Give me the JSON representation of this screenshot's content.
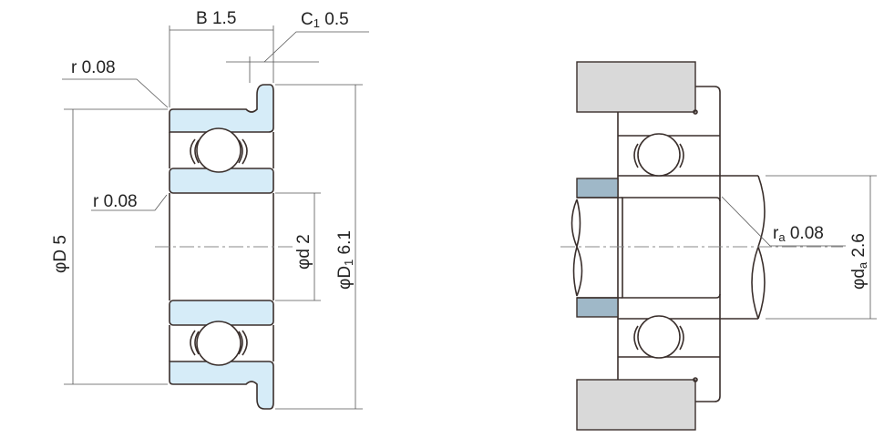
{
  "left_view": {
    "width_label": "B",
    "width_value": "1.5",
    "flange_label": "C",
    "flange_sub": "1",
    "flange_value": "0.5",
    "chamfer_top_label": "r",
    "chamfer_top_value": "0.08",
    "chamfer_inner_label": "r",
    "chamfer_inner_value": "0.08",
    "outer_dia_label": "φD",
    "outer_dia_value": "5",
    "bore_label": "φd",
    "bore_value": "2",
    "flange_dia_label": "φD",
    "flange_dia_sub": "1",
    "flange_dia_value": "6.1"
  },
  "right_view": {
    "fillet_label": "r",
    "fillet_sub": "a",
    "fillet_value": "0.08",
    "shoulder_label": "φd",
    "shoulder_sub": "a",
    "shoulder_value": "2.6"
  },
  "colors": {
    "ring": "#d6ecf8",
    "housing": "#d9d9d9",
    "spacer": "#9fb8c8"
  }
}
